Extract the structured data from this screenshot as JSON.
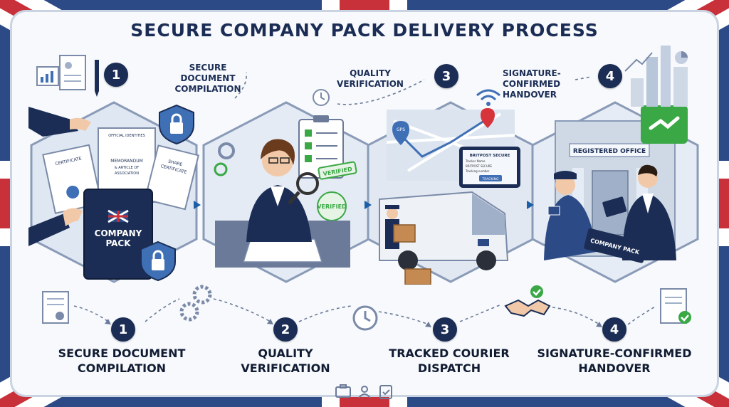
{
  "title": "SECURE COMPANY PACK DELIVERY PROCESS",
  "steps": [
    {
      "number": "1",
      "top_label_1": "SECURE",
      "top_label_2": "DOCUMENT",
      "top_label_3": "COMPILATION",
      "bottom_label_1": "SECURE DOCUMENT",
      "bottom_label_2": "COMPILATION"
    },
    {
      "number": "2",
      "top_label_1": "QUALITY",
      "top_label_2": "VERIFICATION",
      "bottom_label_1": "QUALITY",
      "bottom_label_2": "VERIFICATION"
    },
    {
      "number": "3",
      "bottom_label_1": "TRACKED COURIER",
      "bottom_label_2": "DISPATCH"
    },
    {
      "number": "4",
      "top_label_1": "SIGNATURE-",
      "top_label_2": "CONFIRMED",
      "top_label_3": "HANDOVER",
      "bottom_label_1": "SIGNATURE-CONFIRMED",
      "bottom_label_2": "HANDOVER"
    }
  ],
  "panel1": {
    "certificate": "CERTIFICATE",
    "official": "OFFICIAL IDENTITIES",
    "memorandum_1": "MEMORANDUM",
    "memorandum_2": "& ARTICLE OF",
    "memorandum_3": "ASSOCIATION",
    "share_1": "SHARE",
    "share_2": "CERTIFICATE",
    "pack_1": "COMPANY",
    "pack_2": "PACK"
  },
  "panel2": {
    "stamp_1": "VERIFIED",
    "stamp_2": "VERIFIED"
  },
  "panel3": {
    "gps": "GPS",
    "tablet_title": "BRITPOST SECURE",
    "tablet_field_1": "Tracker Name",
    "tablet_field_2": "BRITPOST SECURE",
    "tablet_field_3": "Tracking number",
    "tablet_button": "TRACKING"
  },
  "panel4": {
    "sign": "REGISTERED OFFICE",
    "pack": "COMPANY PACK"
  },
  "colors": {
    "navy": "#1b2d55",
    "accent_blue": "#3f6fb5",
    "green": "#3aa845",
    "red": "#d6333b"
  }
}
